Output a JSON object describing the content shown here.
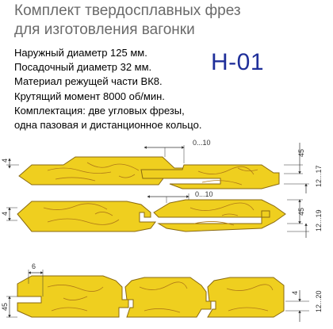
{
  "title": {
    "line1": "Комплект твердосплавных фрез",
    "line2": "для изготовления вагонки"
  },
  "model": "Н-01",
  "specs": [
    "Наружный диаметр 125 мм.",
    "Посадочный диаметр 32 мм.",
    "Материал режущей части ВК8.",
    "Крутящий момент 8000 об/мин.",
    "Комплектация: две угловых фрезы,",
    "одна пазовая и дистанционное кольцо."
  ],
  "profiles": {
    "p1": {
      "left": "4",
      "top": "0...10",
      "side_a": "45",
      "side_b": "12...17"
    },
    "p2": {
      "left": "4",
      "top": "0...10",
      "side_a": "45",
      "side_b": "12...19"
    },
    "p3": {
      "top": "6",
      "left": "45",
      "side_a": "4",
      "side_b": "12...20"
    }
  },
  "colors": {
    "wood": "#efcf1f",
    "wood_edge": "#8a6a10",
    "grain": "#b07a18",
    "model": "#1f2f9a",
    "title": "#6a6a6a"
  }
}
